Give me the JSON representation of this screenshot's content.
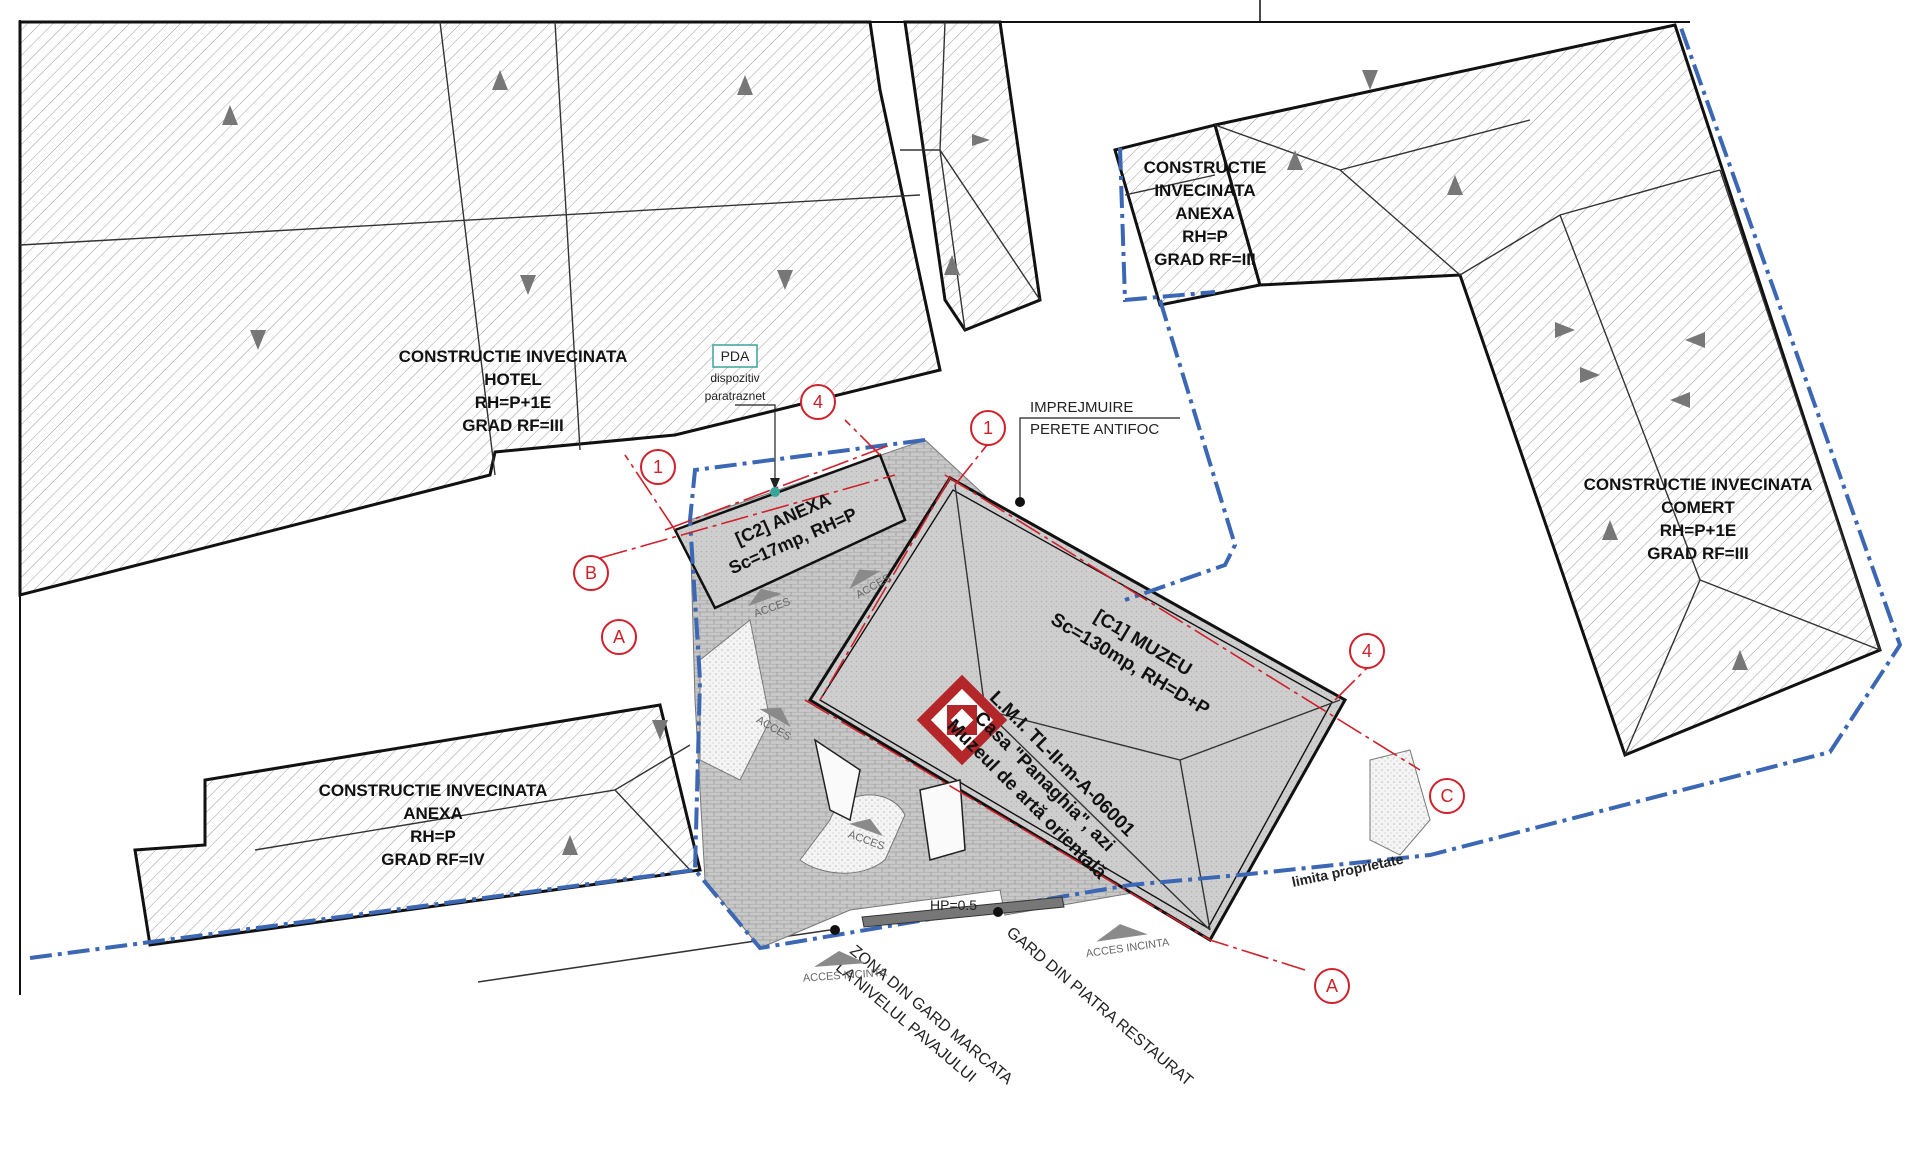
{
  "buildings": {
    "hotel": {
      "lines": [
        "CONSTRUCTIE INVECINATA",
        "HOTEL",
        "RH=P+1E",
        "GRAD RF=III"
      ]
    },
    "anexa_ne": {
      "lines": [
        "CONSTRUCTIE",
        "INVECINATA",
        "ANEXA",
        "RH=P",
        "GRAD RF=III"
      ]
    },
    "comert": {
      "lines": [
        "CONSTRUCTIE INVECINATA",
        "COMERT",
        "RH=P+1E",
        "GRAD RF=III"
      ]
    },
    "anexa_sw": {
      "lines": [
        "CONSTRUCTIE INVECINATA",
        "ANEXA",
        "RH=P",
        "GRAD RF=IV"
      ]
    },
    "c2": {
      "lines": [
        "[C2] ANEXA",
        "Sc=17mp, RH=P"
      ]
    },
    "c1": {
      "lines": [
        "[C1] MUZEU",
        "Sc=130mp, RH=D+P"
      ]
    },
    "lmi": {
      "lines": [
        "L.M.I. TL-II-m-A-06001",
        "Casa \"Panaghia\", azi",
        "Muzeul de artă orientală"
      ]
    }
  },
  "annotations": {
    "pda": "PDA",
    "pda_note": [
      "dispozitiv",
      "paratraznet"
    ],
    "firewall": [
      "IMPREJMUIRE",
      "PERETE ANTIFOC"
    ],
    "limit": "limita proprietate",
    "hp": "HP=0.5",
    "gate_zone": [
      "ZONA DIN GARD MARCATA",
      "LA NIVELUL PAVAJULUI"
    ],
    "stone_fence": "GARD DIN PIATRA RESTAURAT",
    "access_label": "ACCES",
    "access_incinta": "ACCES INCINTA"
  },
  "grid_bubbles": [
    "1",
    "4",
    "1",
    "4",
    "B",
    "A",
    "C",
    "A"
  ],
  "colors": {
    "axis": "#d0202a",
    "property_line": "#3b67b5",
    "pda": "#3aa39a",
    "logo": "#b3262a"
  }
}
